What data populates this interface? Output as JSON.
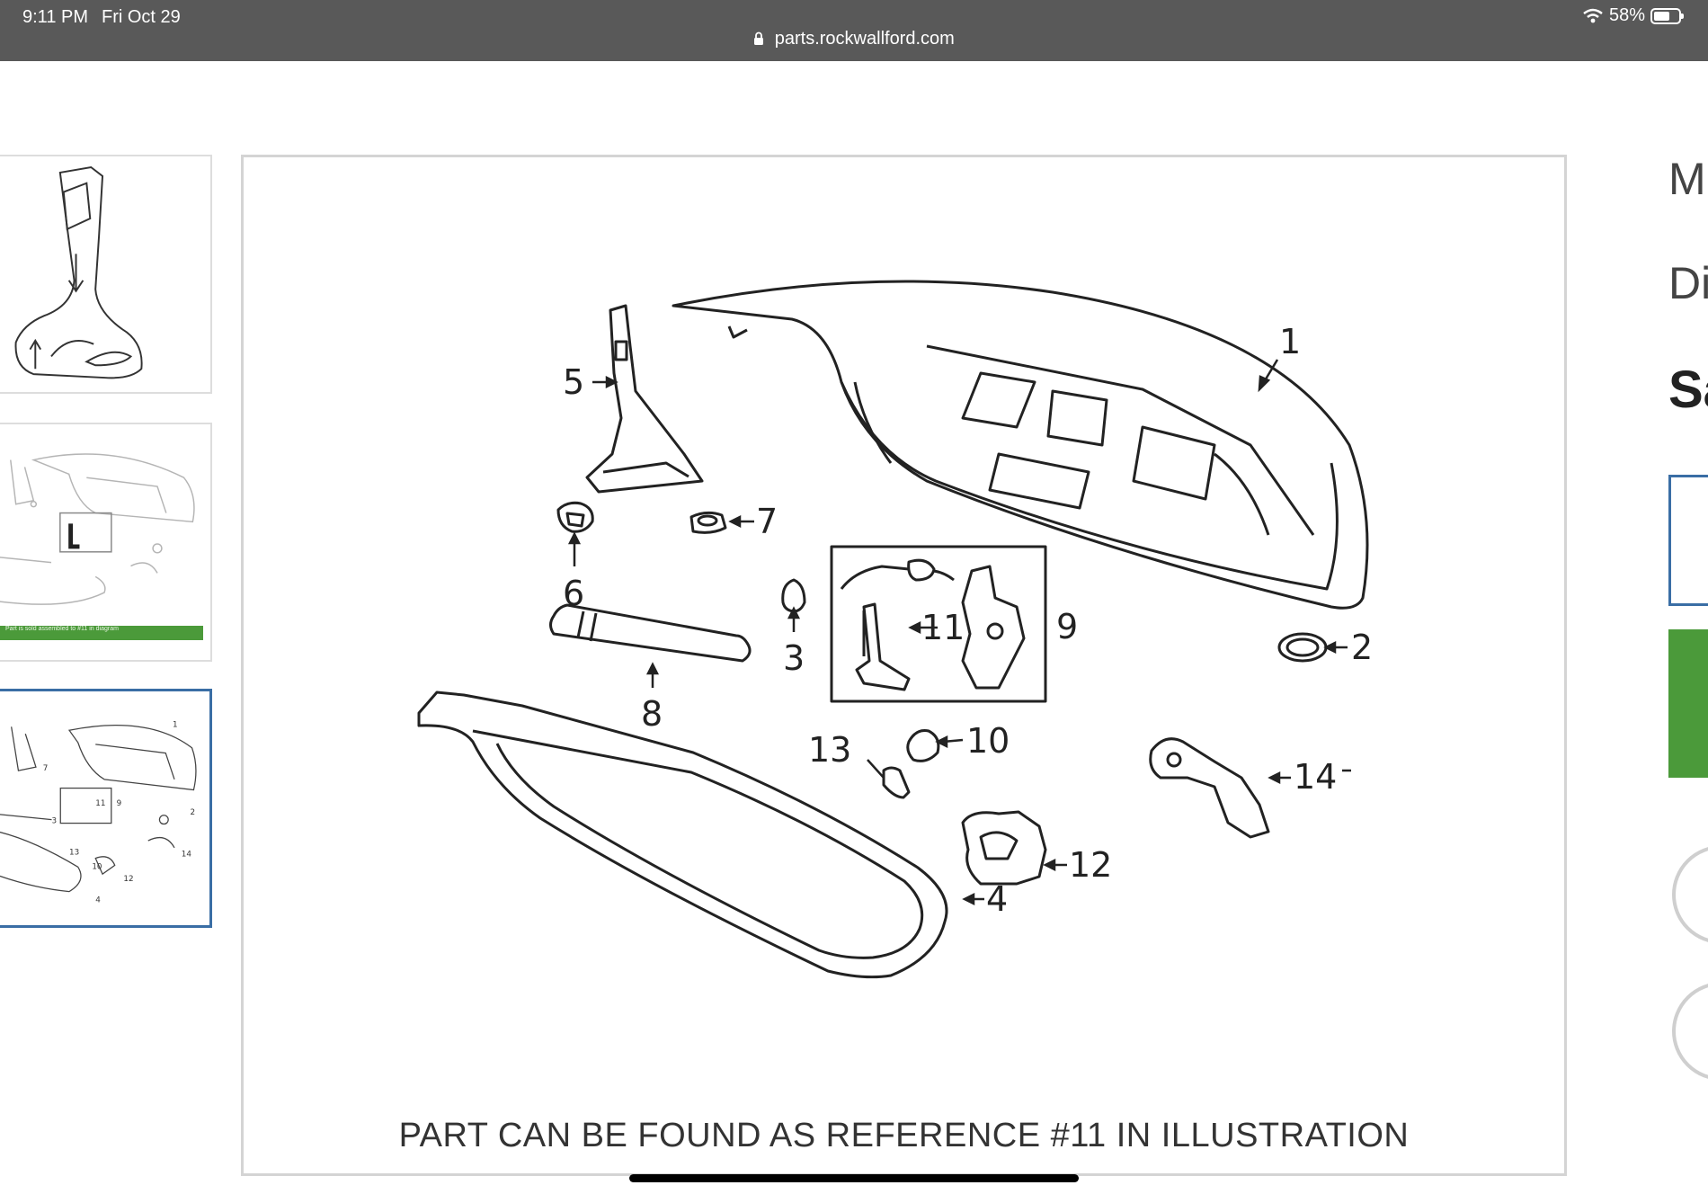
{
  "status_bar": {
    "time": "9:11 PM",
    "date": "Fri Oct 29",
    "battery": "58%",
    "url": "parts.rockwallford.com"
  },
  "thumbnails": [
    {
      "name": "thumb-handle",
      "selected": false
    },
    {
      "name": "thumb-decklid-reference",
      "selected": false,
      "banner": "Part is sold assembled to #11 in diagram"
    },
    {
      "name": "thumb-decklid-diagram",
      "selected": true
    }
  ],
  "diagram": {
    "callouts": [
      "1",
      "2",
      "3",
      "4",
      "5",
      "6",
      "7",
      "8",
      "9",
      "10",
      "11",
      "12",
      "13",
      "14"
    ],
    "caption": "PART CAN BE FOUND AS REFERENCE #11 IN ILLUSTRATION"
  },
  "right_panel": {
    "line1": "M",
    "line2": "Di",
    "line3": "Sa"
  },
  "colors": {
    "topbar": "#595959",
    "accent_blue": "#3a6ea5",
    "accent_green": "#4b9a3a",
    "border": "#d4d4d4"
  }
}
